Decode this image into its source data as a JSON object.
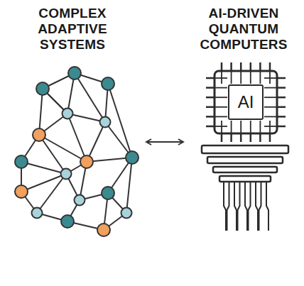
{
  "diagram": {
    "nodes": [
      {
        "text": [
          "AI"
        ]
      }
    ],
    "labels": [
      "COMPLEX ADAPTIVE SYSTEMS",
      "AI-DRIVEN QUANTUM COMPUTERS"
    ]
  }
}
